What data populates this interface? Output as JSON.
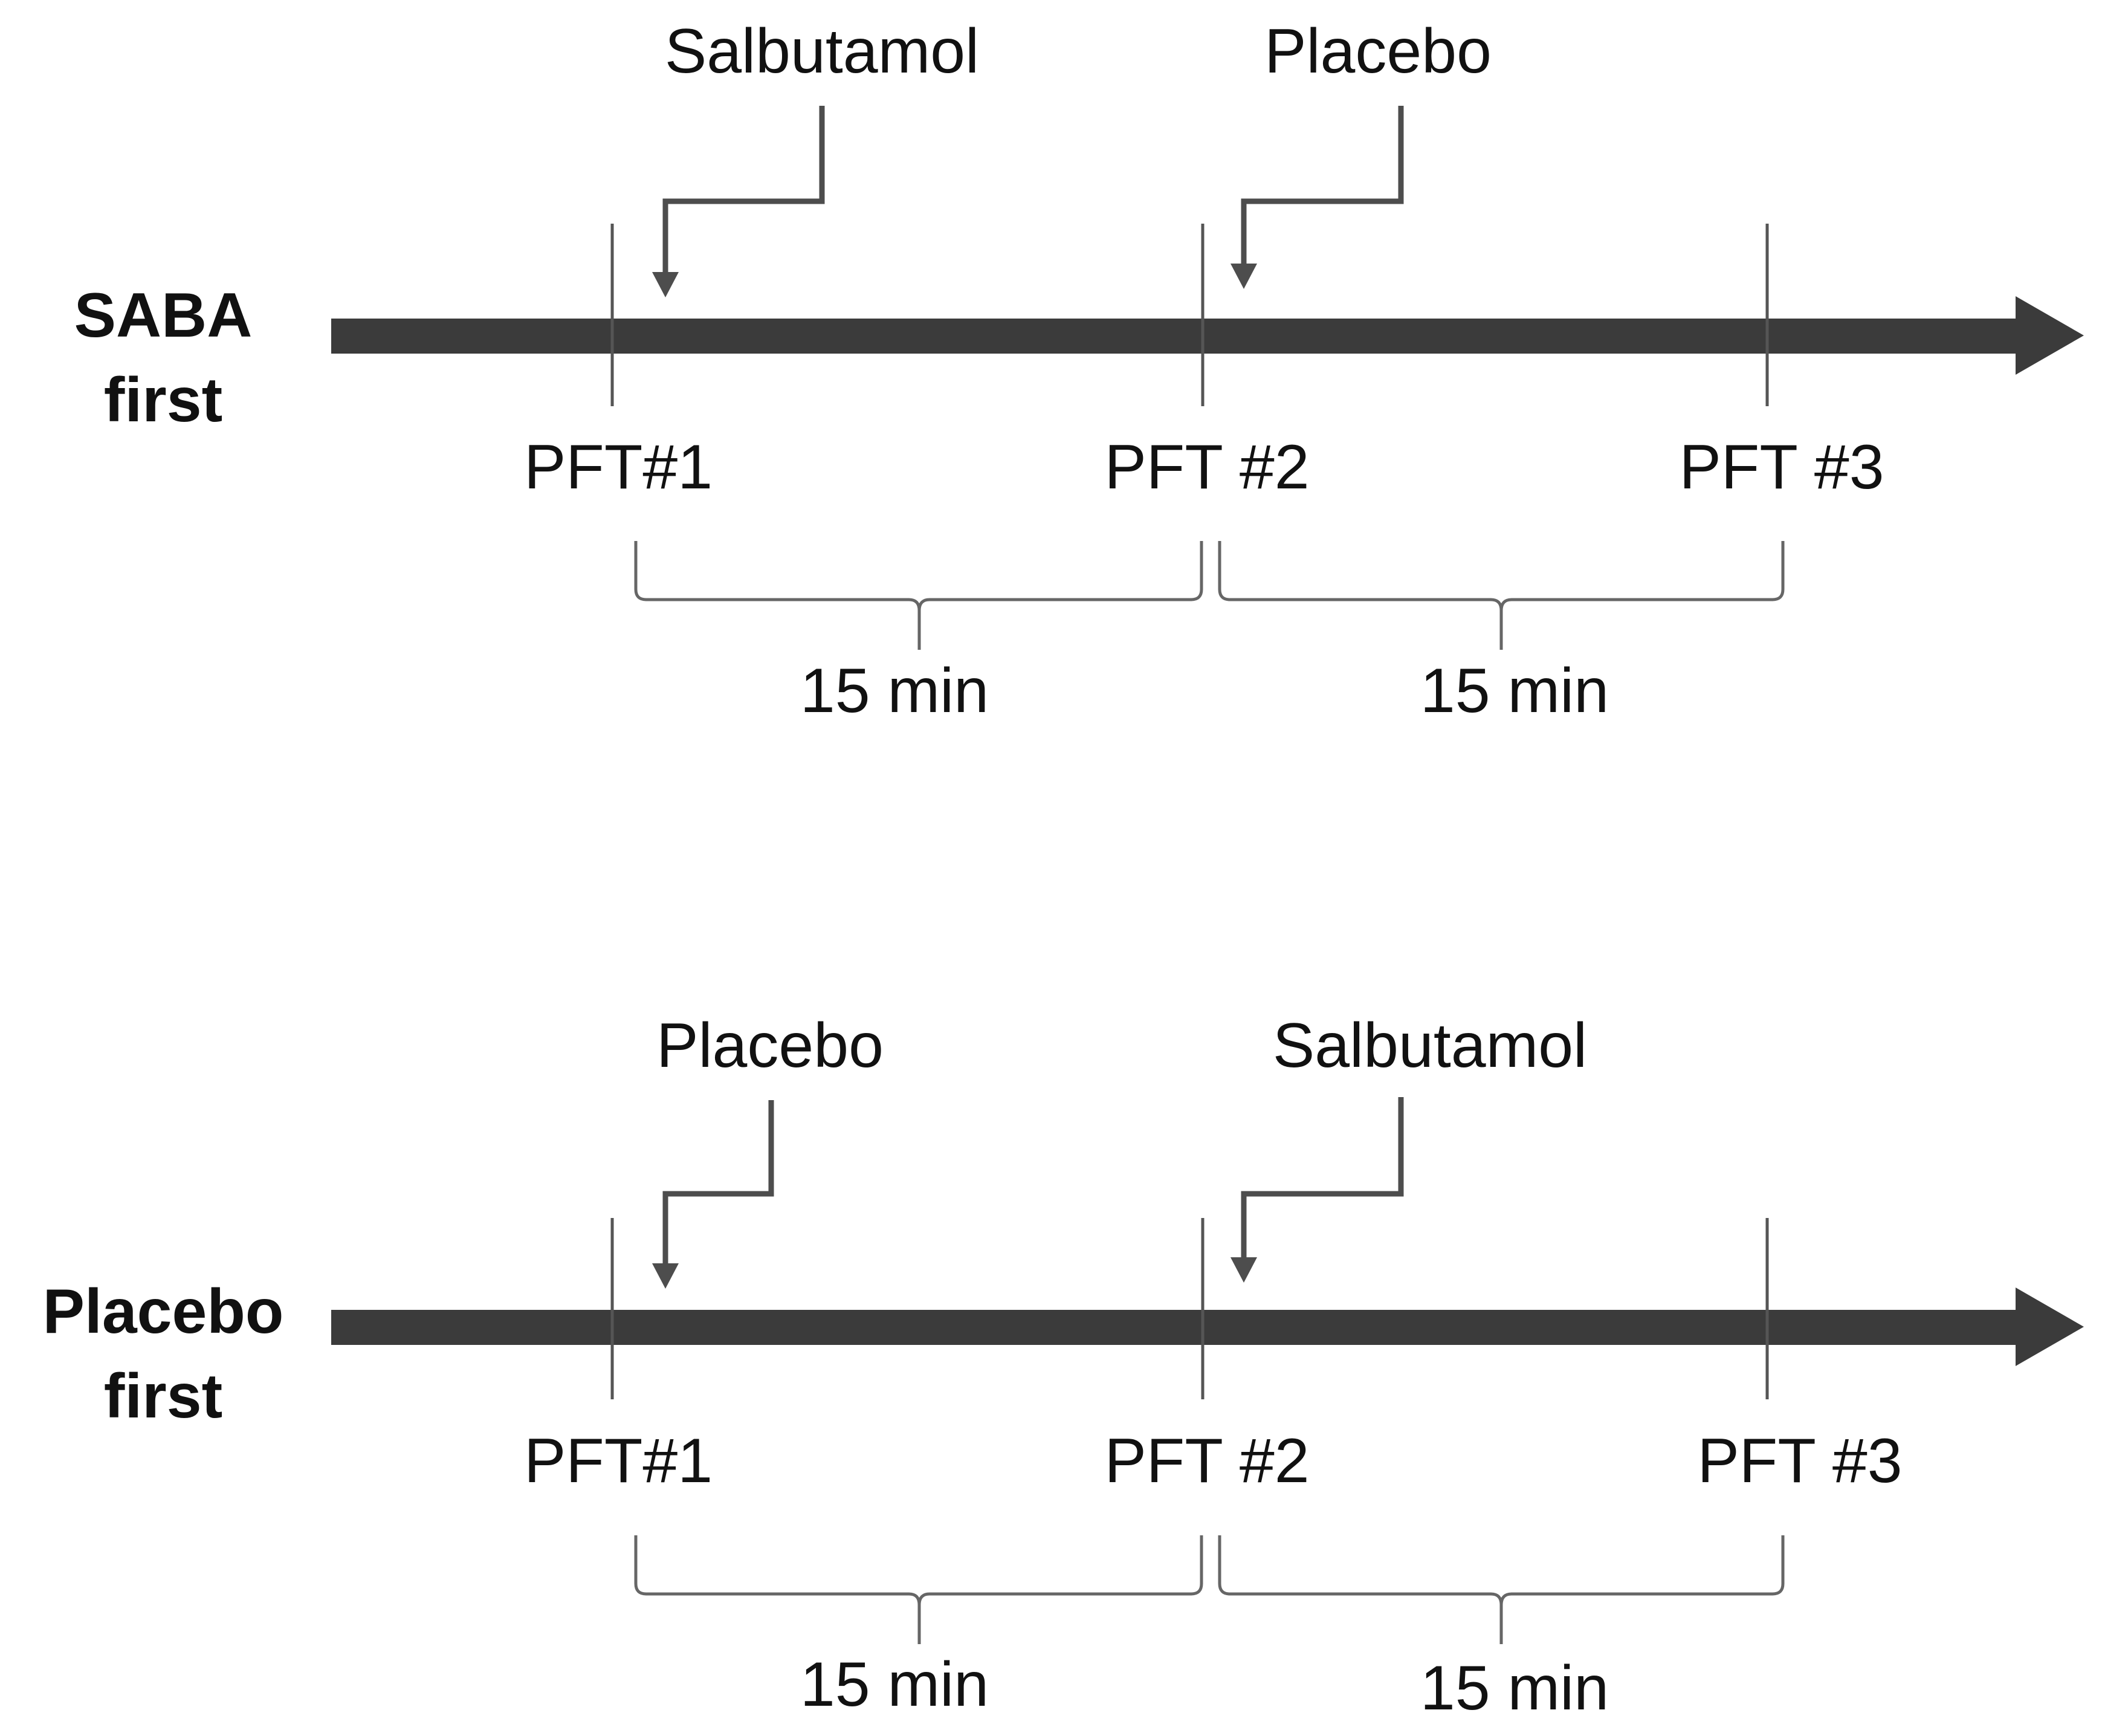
{
  "colors": {
    "axis": "#3b3b3b",
    "pointer": "#4d4d4d",
    "tick": "#555555",
    "brace": "#666666",
    "text": "#111111"
  },
  "timelines": [
    {
      "group": [
        "SABA",
        "first"
      ],
      "pft_labels": [
        "PFT#1",
        "PFT #2",
        "PFT #3"
      ],
      "interventions": [
        "Salbutamol",
        "Placebo"
      ],
      "intervals": [
        "15 min",
        "15 min"
      ]
    },
    {
      "group": [
        "Placebo",
        "first"
      ],
      "pft_labels": [
        "PFT#1",
        "PFT #2",
        "PFT #3"
      ],
      "interventions": [
        "Placebo",
        "Salbutamol"
      ],
      "intervals": [
        "15 min",
        "15 min"
      ]
    }
  ]
}
